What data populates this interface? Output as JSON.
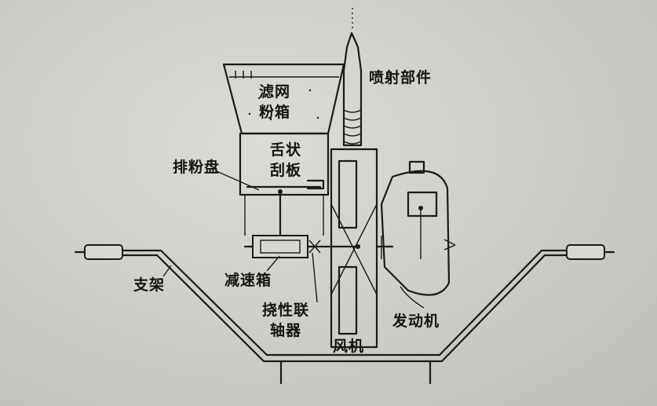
{
  "labels": {
    "spray_part": "喷射部件",
    "filter_powder_box_l1": "滤网",
    "filter_powder_box_l2": "粉箱",
    "tongue_scraper_l1": "舌状",
    "tongue_scraper_l2": "刮板",
    "powder_disc": "排粉盘",
    "frame": "支架",
    "gearbox": "减速箱",
    "flex_coupling_l1": "挠性联",
    "flex_coupling_l2": "轴器",
    "fan": "风机",
    "engine": "发动机"
  },
  "colors": {
    "background": "#cfcfca",
    "ink": "#1a1a1a"
  }
}
